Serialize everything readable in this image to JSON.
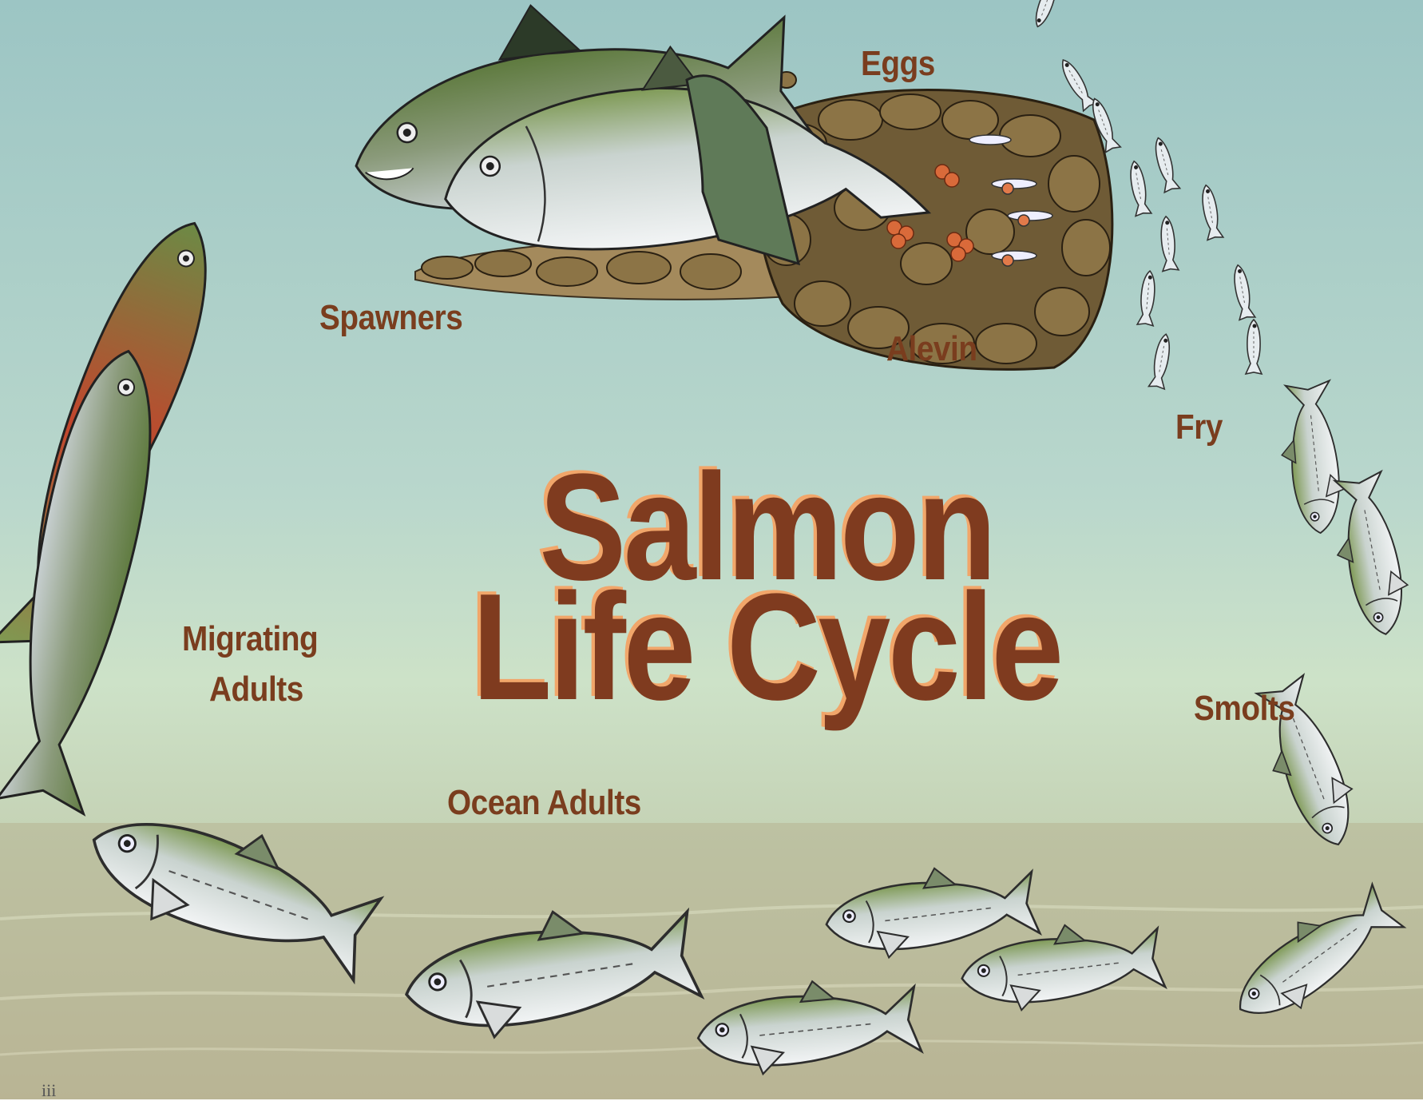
{
  "title": {
    "line1": "Salmon",
    "line2": "Life Cycle"
  },
  "stages": {
    "eggs": "Eggs",
    "alevin": "Alevin",
    "fry": "Fry",
    "smolts": "Smolts",
    "ocean_adults": "Ocean Adults",
    "migrating_line1": "Migrating",
    "migrating_line2": "Adults",
    "spawners": "Spawners"
  },
  "page_number": "iii",
  "colors": {
    "label": "#7a3d1e",
    "title": "#7f3b1f",
    "title_shadow": "#f1a66a",
    "water_top": "#9fc7c6",
    "water_mid": "#c9dfc7",
    "floor": "#bdb99a"
  }
}
